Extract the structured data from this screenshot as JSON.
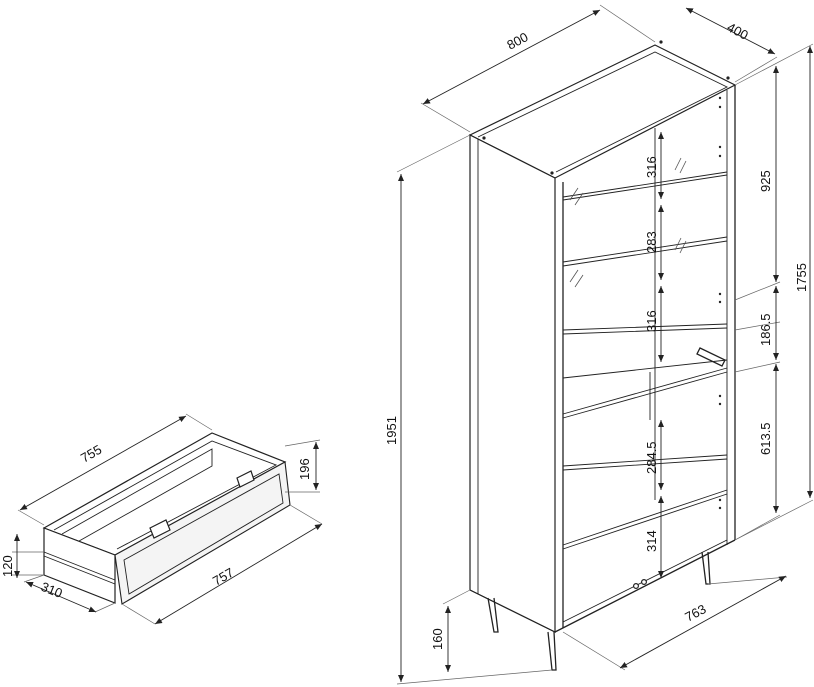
{
  "dimensions": {
    "cabinet_width": "800",
    "cabinet_depth": "400",
    "cabinet_height": "1951",
    "side_height": "1755",
    "upper_section": "925",
    "middle_section": "186.5",
    "lower_section": "613.5",
    "shelf_1": "316",
    "shelf_2": "283",
    "shelf_3": "316",
    "shelf_4": "284.5",
    "shelf_5": "314",
    "leg_height": "160",
    "base_width": "763",
    "drawer_length": "755",
    "drawer_front_width": "757",
    "drawer_depth": "310",
    "drawer_height": "196",
    "drawer_side_height": "120"
  },
  "colors": {
    "line": "#222222",
    "background": "#ffffff"
  },
  "icons": {
    "arrowhead": "arrow-marker",
    "hinge": "hinge-icon",
    "handle": "handle-icon"
  }
}
